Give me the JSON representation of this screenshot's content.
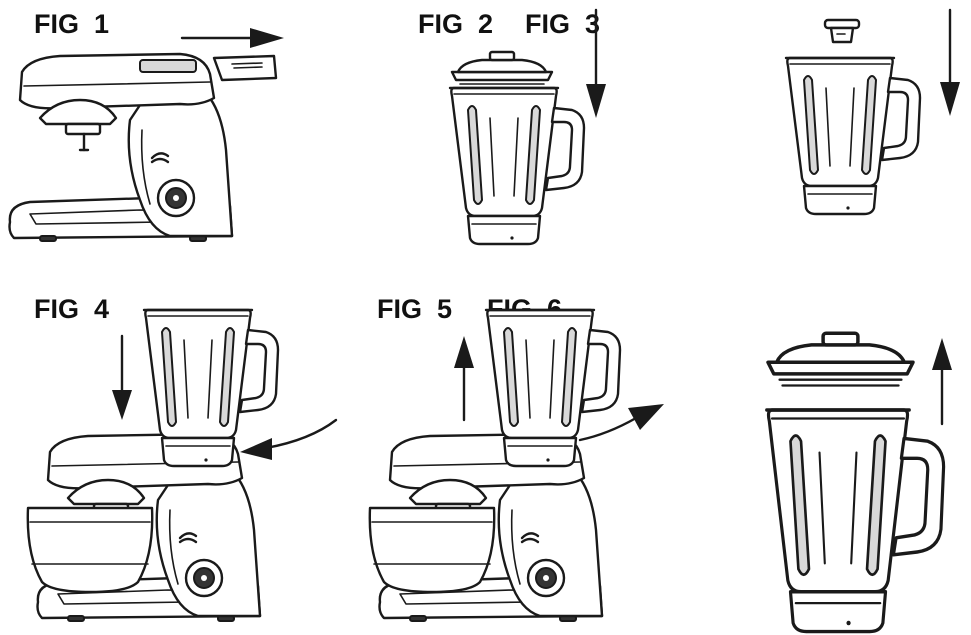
{
  "labels": {
    "fig1": "FIG  1",
    "fig2": "FIG  2",
    "fig3": "FIG  3",
    "fig4": "FIG  4",
    "fig5": "FIG  5",
    "fig6": "FIG  6"
  },
  "colors": {
    "line": "#1a1a1a",
    "background": "#ffffff",
    "shade": "#d9d9d9"
  },
  "icons": {
    "arrow": "arrow-icon",
    "mixer": "stand-mixer-icon",
    "jug": "blender-jug-icon",
    "lid": "jug-lid-icon",
    "cap": "measuring-cap-icon"
  }
}
